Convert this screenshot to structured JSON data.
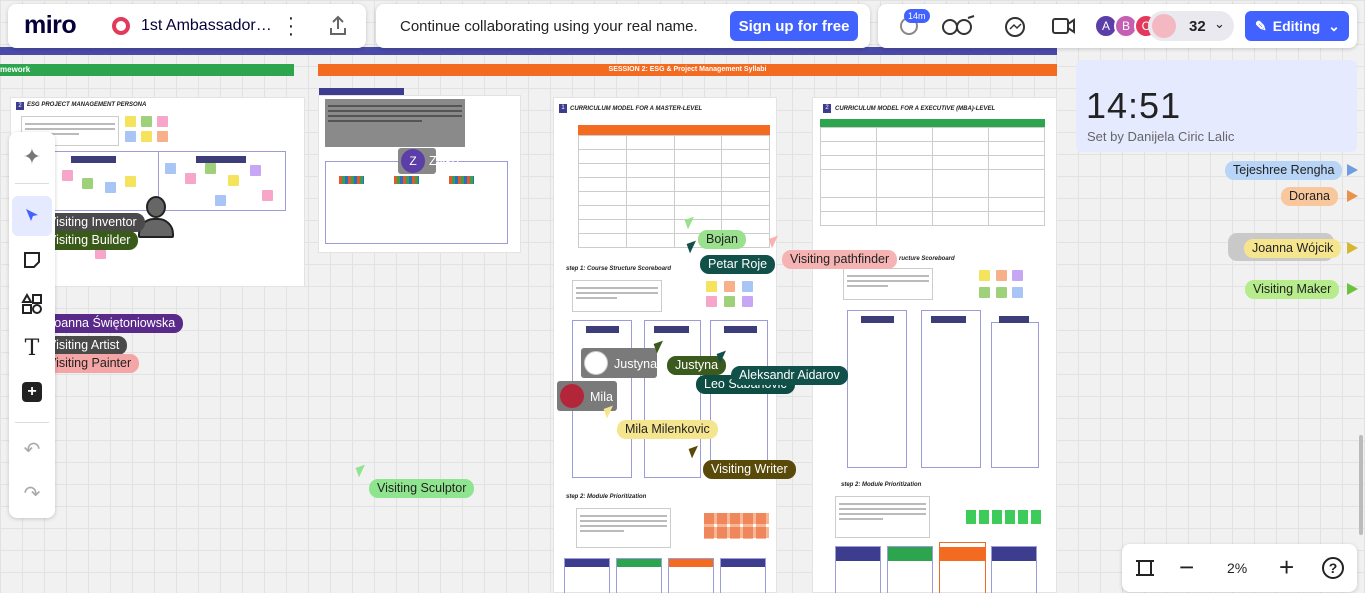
{
  "app": {
    "logo": "miro",
    "board_title": "1st Ambassador…",
    "banner_text": "Continue collaborating using your real name.",
    "signup_label": "Sign up for free",
    "timer_badge": "14m",
    "participants_count": "32",
    "editing_label": "Editing",
    "avatars": [
      "A",
      "B",
      "C"
    ]
  },
  "canvas": {
    "top_bar_left": "mework",
    "top_bar_right": "SESSION 2: ESG & Project Management Syllabi",
    "frame1_title": "ESG PROJECT MANAGEMENT PERSONA",
    "frame1_num": "2",
    "frame3_title": "CURRICULUM MODEL FOR A MASTER-LEVEL",
    "frame3_num": "1",
    "frame4_title": "CURRICULUM MODEL FOR A EXECUTIVE (MBA)-LEVEL",
    "frame4_num": "2",
    "step1": "step 1: Course Structure Scoreboard",
    "step1b": "ructure Scoreboard",
    "step2": "step 2: Module Prioritization",
    "step2b": "step 2: Module Prioritization"
  },
  "timer": {
    "time": "14:51",
    "set_by": "Set by Danijela Ciric Lalic"
  },
  "cursors": [
    {
      "label": "Visiting Inventor",
      "color": "#4a4a4a",
      "text": "#fff"
    },
    {
      "label": "Visiting Builder",
      "color": "#3a5a1a",
      "text": "#fff"
    },
    {
      "label": "Joanna Świętoniowska",
      "color": "#5a2a8a",
      "text": "#fff"
    },
    {
      "label": "Visiting Artist",
      "color": "#4a4a4a",
      "text": "#fff"
    },
    {
      "label": "Visiting Painter",
      "color": "#f4a6a6",
      "text": "#222"
    },
    {
      "label": "Zivko",
      "color": "#777",
      "text": "#fff"
    },
    {
      "label": "Bojan",
      "color": "#9be08f",
      "text": "#222"
    },
    {
      "label": "Petar Roje",
      "color": "#12504a",
      "text": "#fff"
    },
    {
      "label": "Visiting pathfinder",
      "color": "#f6b3b3",
      "text": "#222"
    },
    {
      "label": "Justyna",
      "color": "#666",
      "text": "#fff"
    },
    {
      "label": "Justyna",
      "color": "#3b5a1d",
      "text": "#fff"
    },
    {
      "label": "Aleksandr Aidarov",
      "color": "#12504a",
      "text": "#fff"
    },
    {
      "label": "Leo Sabanovic",
      "color": "#0d4d44",
      "text": "#fff"
    },
    {
      "label": "Mila",
      "color": "#777",
      "text": "#fff"
    },
    {
      "label": "Mila Milenkovic",
      "color": "#f6e58f",
      "text": "#222"
    },
    {
      "label": "Visiting Writer",
      "color": "#5a4a0a",
      "text": "#fff"
    },
    {
      "label": "Visiting Sculptor",
      "color": "#8fe58f",
      "text": "#222"
    },
    {
      "label": "Tejeshree Rengha",
      "color": "#b8d4f6",
      "text": "#222"
    },
    {
      "label": "Dorana",
      "color": "#f8c79c",
      "text": "#222"
    },
    {
      "label": "Joanna Wójcik",
      "color": "#f6e58f",
      "text": "#222"
    },
    {
      "label": "Visiting Maker",
      "color": "#b6ec8c",
      "text": "#222"
    }
  ],
  "zoom": {
    "level": "2%"
  },
  "colors": {
    "brand_blue": "#4262ff",
    "top_bar_green": "#2da44e",
    "top_bar_orange": "#f26b21",
    "frame_navy": "#3d3d8f"
  }
}
